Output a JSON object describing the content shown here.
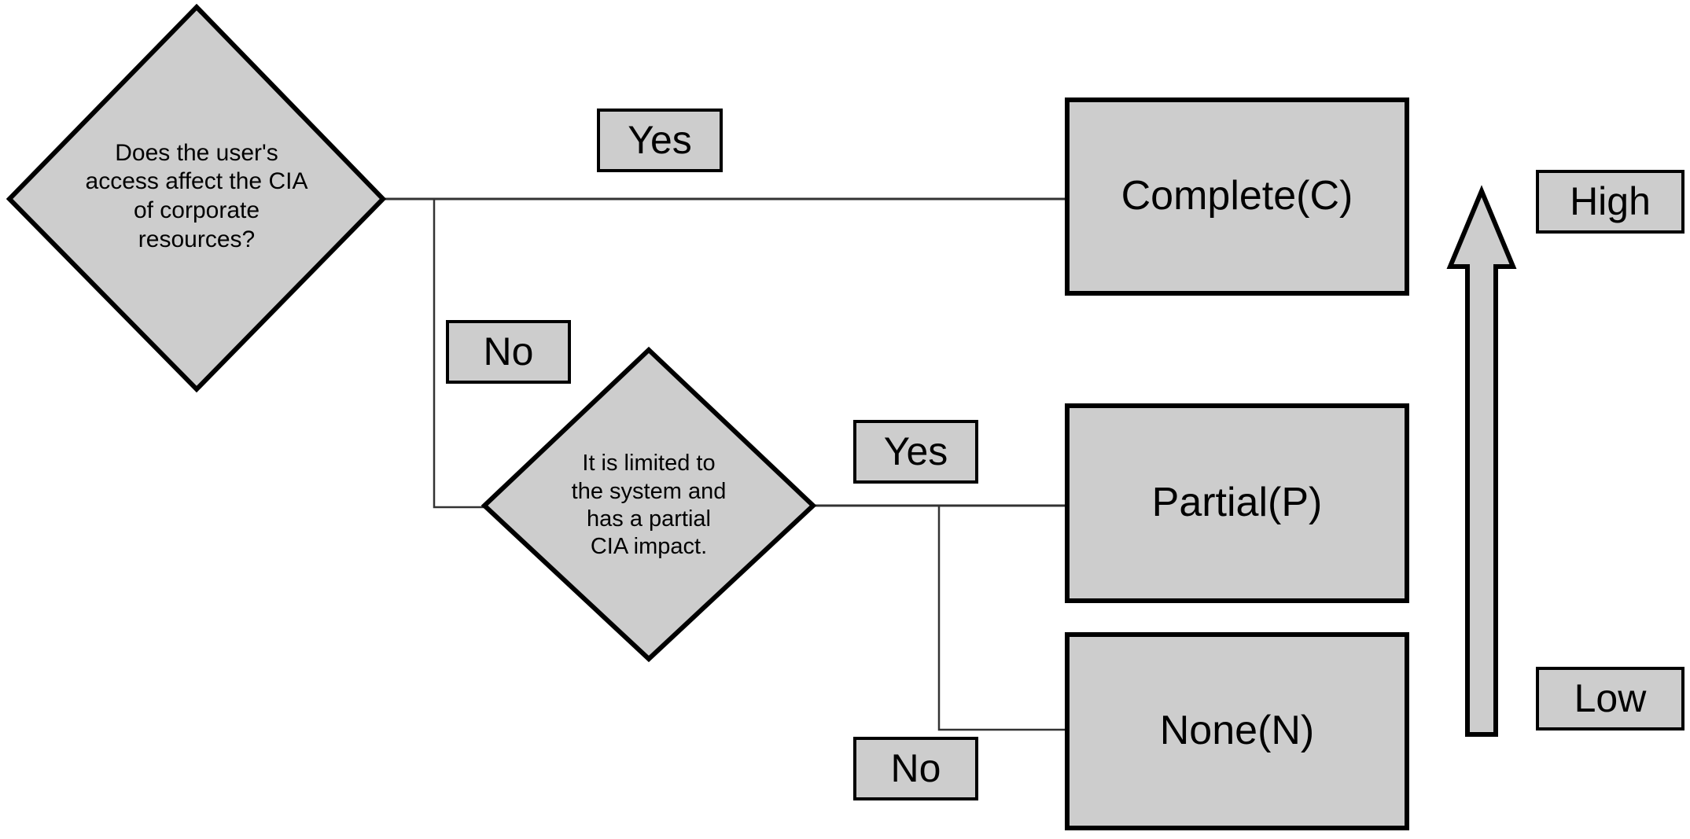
{
  "diagram": {
    "title": "CIA impact decision flowchart",
    "colors": {
      "shape_fill": "#cdcdcd",
      "shape_stroke": "#000000",
      "connector_stroke": "#333333",
      "background": "#ffffff",
      "text": "#000000"
    },
    "decisions": [
      {
        "id": "decision-cia-corporate",
        "text": "Does the user's access affect the CIA of corporate resources?",
        "lines": [
          "Does the",
          "user's access",
          "affect the CIA",
          "of corporate",
          "resources?"
        ]
      },
      {
        "id": "decision-partial-cia",
        "text": "It is limited to the system and has a partial CIA impact.",
        "lines": [
          "It is limited",
          "to the",
          "system and",
          "has a",
          "partial CIA",
          "impact."
        ]
      }
    ],
    "results": [
      {
        "id": "result-complete",
        "label": "Complete(C)"
      },
      {
        "id": "result-partial",
        "label": "Partial(P)"
      },
      {
        "id": "result-none",
        "label": "None(N)"
      }
    ],
    "edge_labels": [
      {
        "id": "edge-label-yes-complete",
        "label": "Yes"
      },
      {
        "id": "edge-label-no-second-decision",
        "label": "No"
      },
      {
        "id": "edge-label-yes-partial",
        "label": "Yes"
      },
      {
        "id": "edge-label-no-none",
        "label": "No"
      }
    ],
    "scale": {
      "arrow_direction": "up",
      "top_label": "High",
      "bottom_label": "Low"
    }
  }
}
